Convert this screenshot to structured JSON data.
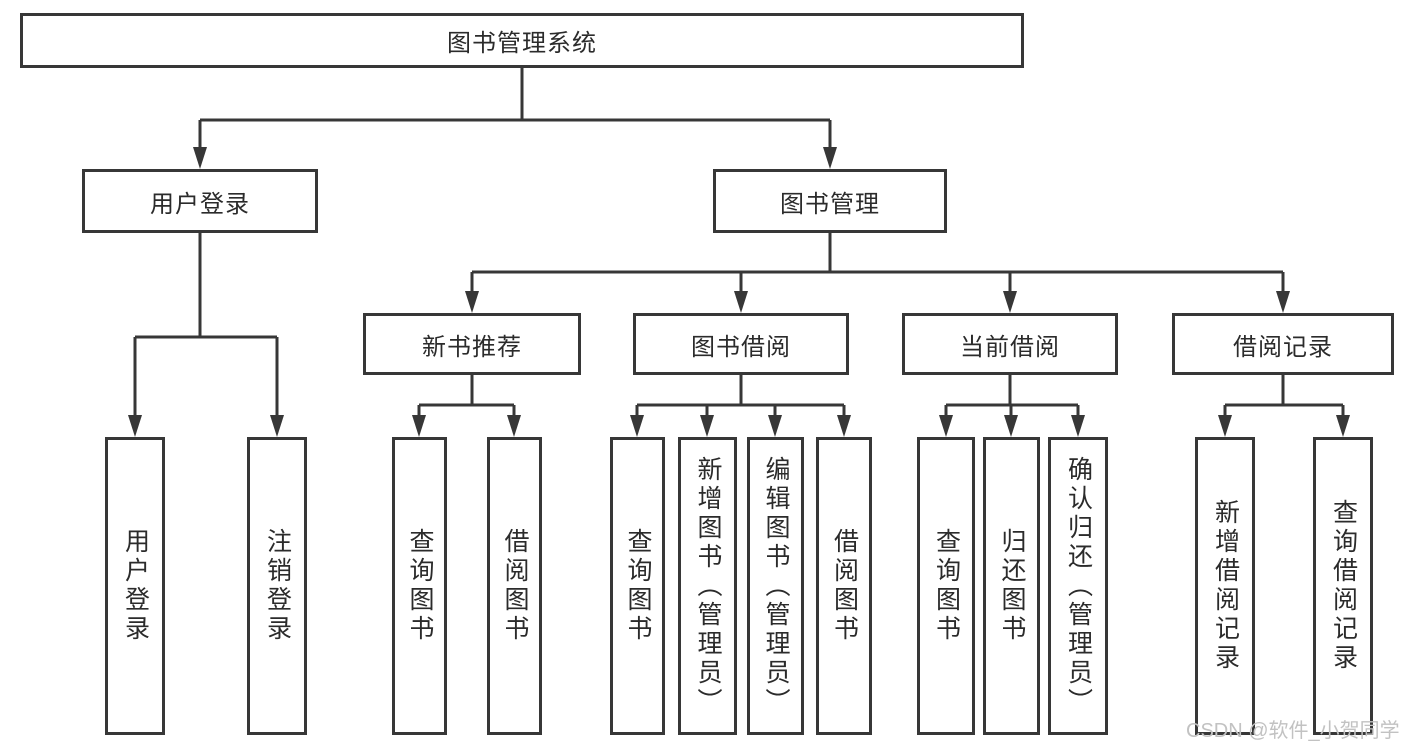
{
  "colors": {
    "background": "#ffffff",
    "line": "#373737",
    "box_border": "#373737",
    "text": "#2b2b2b",
    "watermark": "#c2c2c2"
  },
  "watermark": {
    "text": "CSDN @软件_小贺同学"
  },
  "nodes": {
    "root": {
      "label": "图书管理系统"
    },
    "user_login": {
      "label": "用户登录"
    },
    "book_mgmt": {
      "label": "图书管理"
    },
    "new_book_rec": {
      "label": "新书推荐"
    },
    "book_borrowing": {
      "label": "图书借阅"
    },
    "current_borrowing": {
      "label": "当前借阅"
    },
    "borrowing_records": {
      "label": "借阅记录"
    },
    "leaf_user_login": {
      "label": "用户登录"
    },
    "leaf_logout": {
      "label": "注销登录"
    },
    "leaf_nb_query": {
      "label": "查询图书"
    },
    "leaf_nb_borrow": {
      "label": "借阅图书"
    },
    "leaf_bb_query": {
      "label": "查询图书"
    },
    "leaf_bb_add": {
      "label": "新增图书（管理员）"
    },
    "leaf_bb_edit": {
      "label": "编辑图书（管理员）"
    },
    "leaf_bb_borrow": {
      "label": "借阅图书"
    },
    "leaf_cb_query": {
      "label": "查询图书"
    },
    "leaf_cb_return": {
      "label": "归还图书"
    },
    "leaf_cb_confirm": {
      "label": "确认归还（管理员）"
    },
    "leaf_br_add": {
      "label": "新增借阅记录"
    },
    "leaf_br_query": {
      "label": "查询借阅记录"
    }
  },
  "hierarchy": {
    "图书管理系统": {
      "用户登录": [
        "用户登录",
        "注销登录"
      ],
      "图书管理": {
        "新书推荐": [
          "查询图书",
          "借阅图书"
        ],
        "图书借阅": [
          "查询图书",
          "新增图书（管理员）",
          "编辑图书（管理员）",
          "借阅图书"
        ],
        "当前借阅": [
          "查询图书",
          "归还图书",
          "确认归还（管理员）"
        ],
        "借阅记录": [
          "新增借阅记录",
          "查询借阅记录"
        ]
      }
    }
  }
}
